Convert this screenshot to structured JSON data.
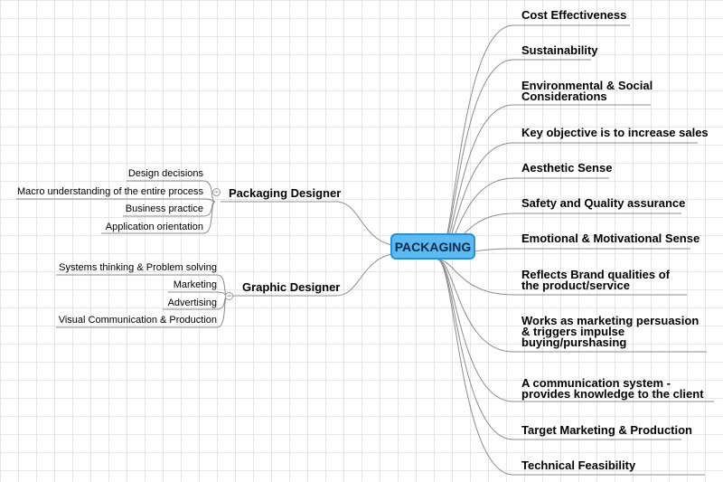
{
  "root": {
    "label": "PACKAGING"
  },
  "right_items": [
    "Cost Effectiveness",
    "Sustainability",
    "Environmental & Social Considerations",
    "Key objective is to increase sales",
    "Aesthetic Sense",
    "Safety and Quality assurance",
    "Emotional & Motivational Sense",
    "Reflects Brand qualities of the product/service",
    "Works as marketing persuasion & triggers impulse buying/purshasing",
    "A communication system -provides knowledge to the client",
    "Target Marketing & Production",
    "Technical Feasibility"
  ],
  "left_branches": [
    {
      "label": "Packaging Designer",
      "collapse_symbol": "−",
      "children": [
        "Design decisions",
        "Macro understanding of the entire process",
        "Business practice",
        "Application orientation"
      ]
    },
    {
      "label": "Graphic Designer",
      "collapse_symbol": "−",
      "children": [
        "Systems thinking & Problem solving",
        "Marketing",
        "Advertising",
        "Visual Communication & Production"
      ]
    }
  ],
  "colors": {
    "root_fill": "#5bb9f3",
    "root_border": "#2b8fd6",
    "connector": "#8c8c8c",
    "grid": "#e6e6e6"
  }
}
